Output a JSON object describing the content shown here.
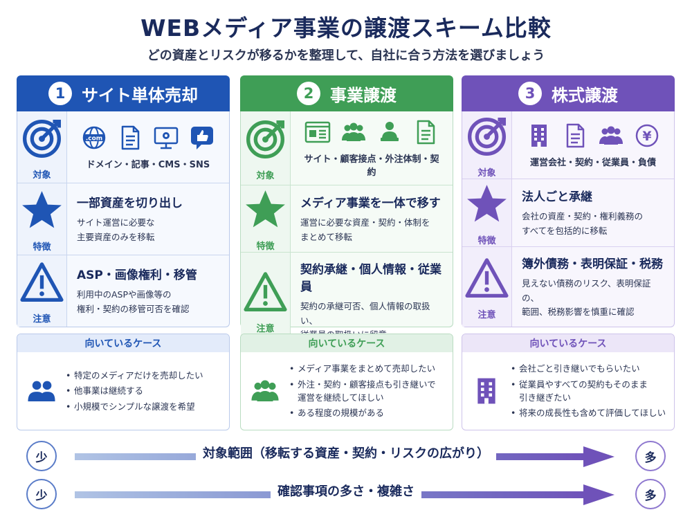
{
  "title": "WEBメディア事業の譲渡スキーム比較",
  "subtitle": "どの資産とリスクが移るかを整理して、自社に合う方法を選びましょう",
  "colors": {
    "blue": "#1f55b4",
    "green": "#3f9e56",
    "purple": "#6f52b9"
  },
  "labels": {
    "target": "対象",
    "feature": "特徴",
    "caution": "注意",
    "case_header": "向いているケース"
  },
  "columns": [
    {
      "number": "1",
      "name": "サイト単体売却",
      "icons": [
        "globe-com-icon",
        "document-icon",
        "monitor-gear-icon",
        "thumbs-up-icon"
      ],
      "target": "ドメイン・記事・CMS・SNS",
      "feature_title": "一部資産を切り出し",
      "feature_desc": "サイト運営に必要な\n主要資産のみを移転",
      "caution_title": "ASP・画像権利・移管",
      "caution_desc": "利用中のASPや画像等の\n権利・契約の移管可否を確認",
      "case_icon": "users-icon",
      "cases": [
        "特定のメディアだけを売却したい",
        "他事業は継続する",
        "小規模でシンプルな譲渡を希望"
      ]
    },
    {
      "number": "2",
      "name": "事業譲渡",
      "icons": [
        "browser-window-icon",
        "team-icon",
        "person-laptop-icon",
        "document-icon"
      ],
      "target": "サイト・顧客接点・外注体制・契約",
      "feature_title": "メディア事業を一体で移す",
      "feature_desc": "運営に必要な資産・契約・体制を\nまとめて移転",
      "caution_title": "契約承継・個人情報・従業員",
      "caution_desc": "契約の承継可否、個人情報の取扱い、\n従業員の取扱いに留意",
      "case_icon": "team-icon",
      "cases": [
        "メディア事業をまとめて売却したい",
        "外注・契約・顧客接点も引き継いで\n運営を継続してほしい",
        "ある程度の規模がある"
      ]
    },
    {
      "number": "3",
      "name": "株式譲渡",
      "icons": [
        "building-icon",
        "document-icon",
        "team-icon",
        "yen-coin-icon"
      ],
      "target": "運営会社・契約・従業員・負債",
      "feature_title": "法人ごと承継",
      "feature_desc": "会社の資産・契約・権利義務の\nすべてを包括的に移転",
      "caution_title": "簿外債務・表明保証・税務",
      "caution_desc": "見えない債務のリスク、表明保証の、\n範囲、税務影響を慎重に確認",
      "case_icon": "building-icon",
      "cases": [
        "会社ごと引き継いでもらいたい",
        "従業員やすべての契約もそのまま\n引き継ぎたい",
        "将来の成長性も含めて評価してほしい"
      ]
    }
  ],
  "scales": [
    {
      "low": "少",
      "high": "多",
      "label": "対象範囲（移転する資産・契約・リスクの広がり）"
    },
    {
      "low": "少",
      "high": "多",
      "label": "確認事項の多さ・複雑さ"
    }
  ]
}
